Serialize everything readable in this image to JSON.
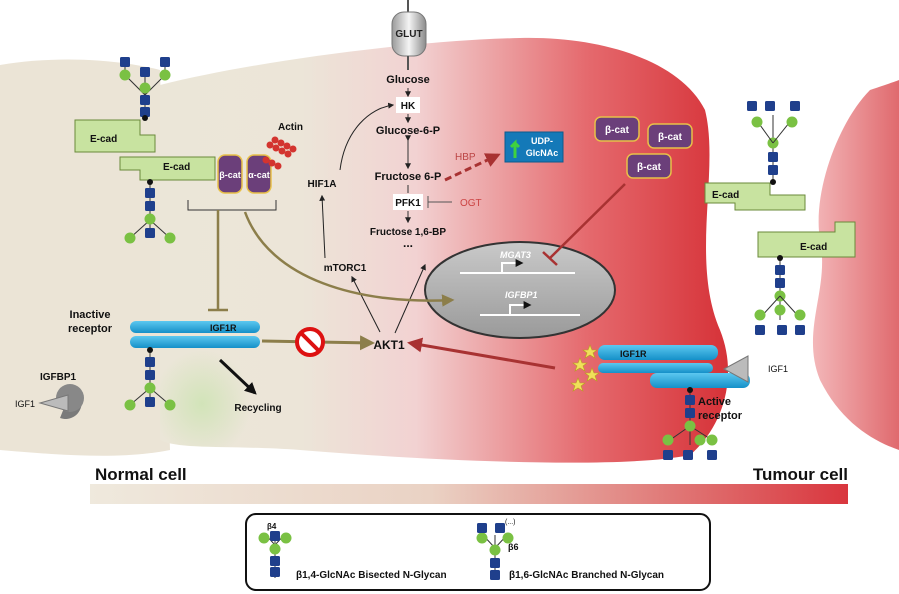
{
  "labels": {
    "glut": "GLUT",
    "glucose": "Glucose",
    "hk": "HK",
    "glucose6p": "Glucose-6-P",
    "fructose6p": "Fructose 6-P",
    "pfk1": "PFK1",
    "fructose16bp": "Fructose 1,6-BP",
    "ellipsis": "...",
    "hbp": "HBP",
    "udp_glcnac_1": "UDP-",
    "udp_glcnac_2": "GlcNAc",
    "ogt": "OGT",
    "hif1a": "HIF1A",
    "mtorc1": "mTORC1",
    "akt1": "AKT1",
    "mgat3": "MGAT3",
    "igfbp1_gene": "IGFBP1",
    "actin": "Actin",
    "ecad": "E-cad",
    "bcat": "β-cat",
    "acat": "α-cat",
    "inactive_receptor_1": "Inactive",
    "inactive_receptor_2": "receptor",
    "igf1r": "IGF1R",
    "igfbp1": "IGFBP1",
    "igf1": "IGF1",
    "recycling": "Recycling",
    "active_receptor_1": "Active",
    "active_receptor_2": "receptor",
    "normal_cell": "Normal cell",
    "tumour_cell": "Tumour cell",
    "legend_bisected_sup": "β4",
    "legend_bisected": "β1,4-GlcNAc Bisected N-Glycan",
    "legend_branched_sup": "β6",
    "legend_branched_dots": "(...)",
    "legend_branched": "β1,6-GlcNAc Branched N-Glycan"
  },
  "colors": {
    "tumour_red": "#d9363e",
    "normal_beige": "#ebe4d6",
    "ecad_green": "#c8e3a0",
    "catenin_purple": "#6b3f7a",
    "receptor_blue": "#1ea7e1",
    "arrow_olive": "#8c7e4a",
    "arrow_darkred": "#a83232",
    "glycan_green": "#7ac143",
    "glycan_blue": "#1f3f8c"
  }
}
